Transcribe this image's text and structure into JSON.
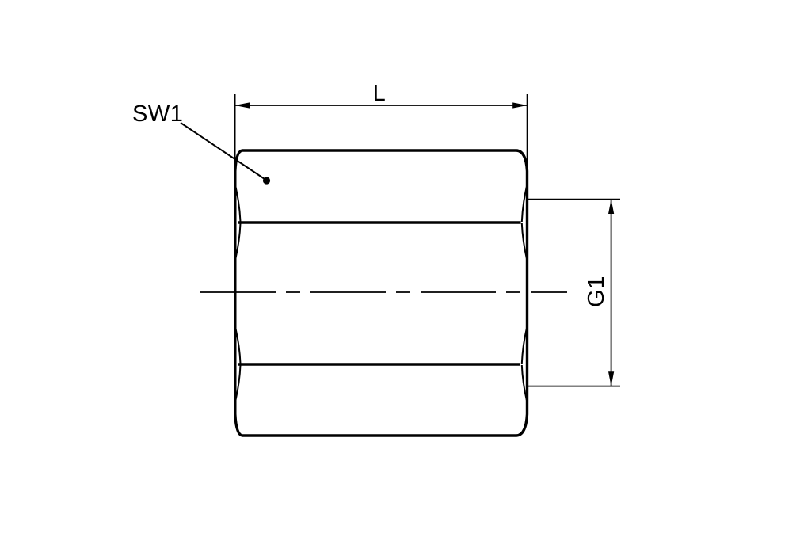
{
  "drawing": {
    "type": "technical-drawing-hex-nut-side-view",
    "labels": {
      "length_dim": "L",
      "thread_dim": "G1",
      "wrench_flats_dim": "SW1"
    },
    "colors": {
      "background": "#ffffff",
      "body_fill": "#e4e4e4",
      "line": "#000000"
    }
  }
}
